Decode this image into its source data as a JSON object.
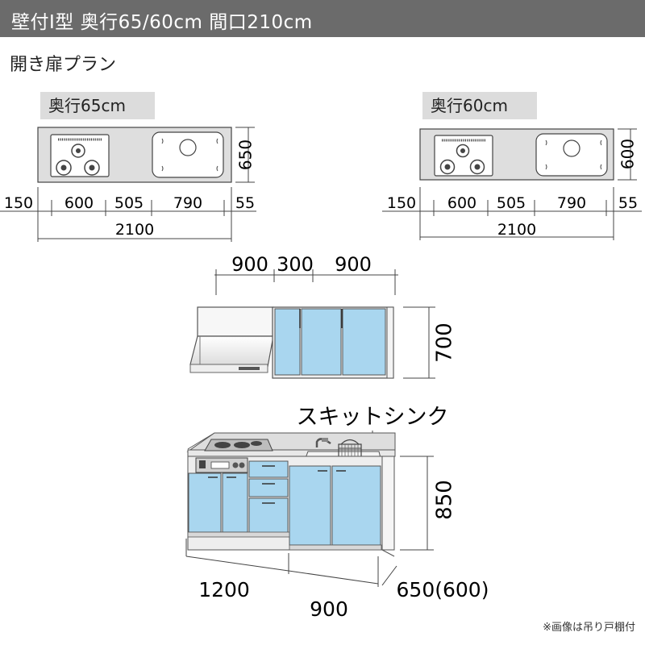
{
  "header": {
    "title": "壁付I型 奥行65/60cm 間口210cm"
  },
  "plan_title": "開き扉プラン",
  "plans": [
    {
      "depth_label": "奥行65cm",
      "depth_dim": "650",
      "segments": [
        "150",
        "600",
        "505",
        "790",
        "55"
      ],
      "total": "2100"
    },
    {
      "depth_label": "奥行60cm",
      "depth_dim": "600",
      "segments": [
        "150",
        "600",
        "505",
        "790",
        "55"
      ],
      "total": "2100"
    }
  ],
  "elevation": {
    "upper_widths": [
      "900",
      "300",
      "900"
    ],
    "upper_height": "700",
    "sink_label": "スキットシンク",
    "base_height": "850",
    "base_left_width": "1200",
    "base_right_width": "900",
    "base_depth": "650(600)"
  },
  "footnote": "※画像は吊り戸棚付",
  "colors": {
    "title_bar": "#6b6b6b",
    "label_bg": "#dcdcdc",
    "door_blue": "#a9d6ef",
    "countertop": "#dedede",
    "cabinet_body": "#eeeeee"
  }
}
